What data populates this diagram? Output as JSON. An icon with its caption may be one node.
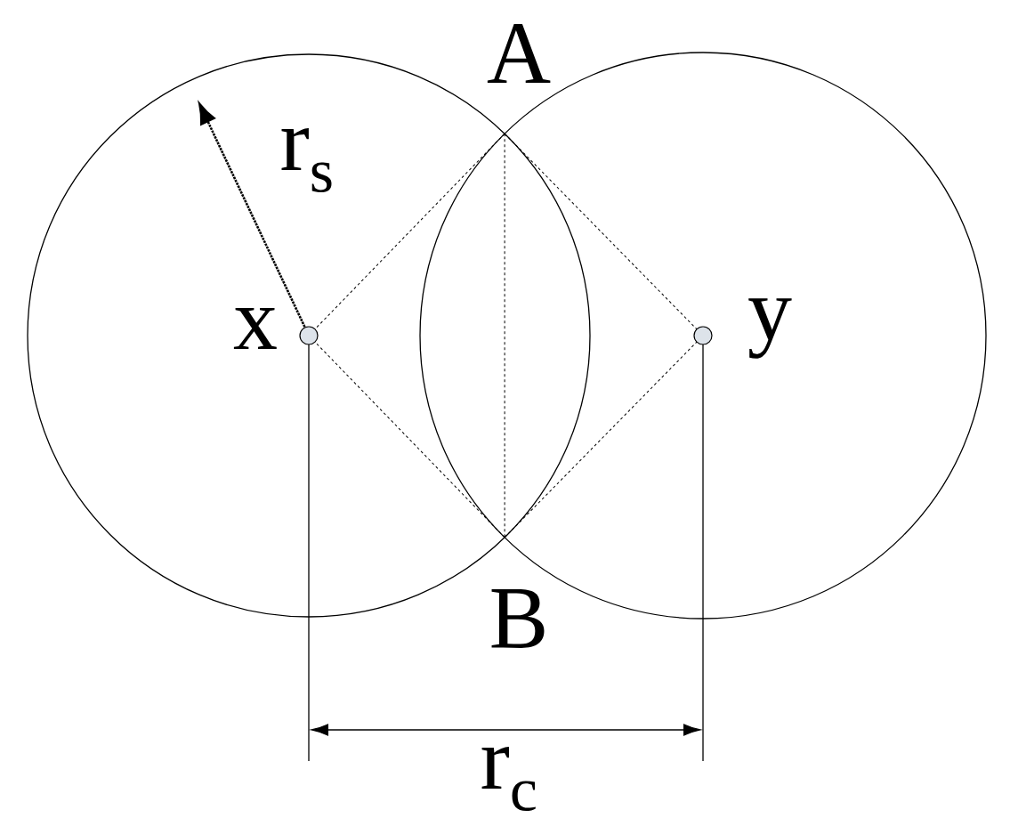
{
  "diagram": {
    "nodes": [
      {
        "text": [],
        "shape": "circle"
      },
      {
        "text": [],
        "shape": "circle"
      },
      {
        "text": [],
        "shape": "circle",
        "in": 0,
        "beside": [
          "x"
        ]
      },
      {
        "text": [],
        "shape": "circle",
        "in": 1,
        "beside": [
          "y"
        ]
      }
    ],
    "labels": [
      "A",
      "B",
      "r$_{s}$",
      "r$_{c}$"
    ]
  }
}
